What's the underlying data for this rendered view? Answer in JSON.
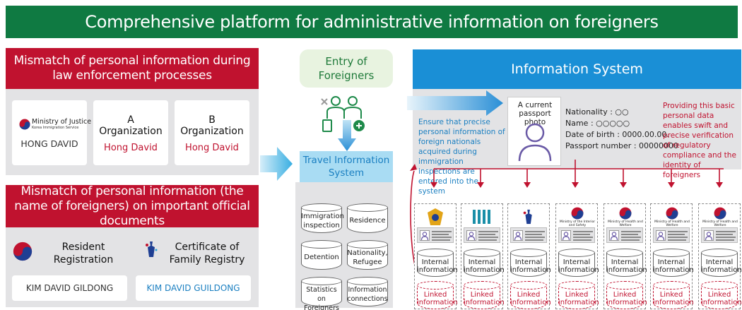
{
  "title": "Comprehensive platform for administrative information on foreigners",
  "panel_law": {
    "header": "Mismatch of personal information during law enforcement processes",
    "cards": [
      {
        "org_line1": "Ministry of Justice",
        "org_line2": "Korea Immigration Service",
        "name": "HONG DAVID"
      },
      {
        "org_line1": "A",
        "org_line2": "Organization",
        "name": "Hong David"
      },
      {
        "org_line1": "B",
        "org_line2": "Organization",
        "name": "Hong David"
      }
    ]
  },
  "panel_docs": {
    "header": "Mismatch of personal information (the name of foreigners) on important official documents",
    "doc1": {
      "title": "Resident Registration",
      "name": "KIM DAVID GILDONG"
    },
    "doc2": {
      "title": "Certificate of Family Registry",
      "name": "KIM DAVID GUILDONG"
    }
  },
  "entry": {
    "label": "Entry of Foreigners",
    "system_title": "Travel Information System",
    "items": [
      "Immigration inspection",
      "Residence",
      "Detention",
      "Nationality, Refugee",
      "Statistics on Foreigners",
      "Information connections"
    ]
  },
  "info_system": {
    "title": "Information System",
    "left_note": "Ensure that precise personal information of foreign nationals acquired during immigration inspections are entered into the system",
    "photo_label": "A current passport photo",
    "fields": [
      "Nationality : ○○",
      "Name : ○○○○○",
      "Date of birth : 0000.00.00.",
      "Passport number : 00000000"
    ],
    "right_note": "Providing this basic personal data enables swift and precise verification of regulatory compliance and the identity of foreigners",
    "internal_label": "Internal information",
    "linked_label": "Linked information",
    "agencies": [
      "",
      "",
      "",
      "Ministry of the Interior and Safety",
      "Ministry of Health and Welfare",
      "Ministry of Health and Welfare",
      "Ministry of Health and Welfare"
    ],
    "colors": {
      "accent_blue": "#1a8fd6",
      "brand_green": "#0f7a42",
      "brand_red": "#c0122f"
    }
  }
}
